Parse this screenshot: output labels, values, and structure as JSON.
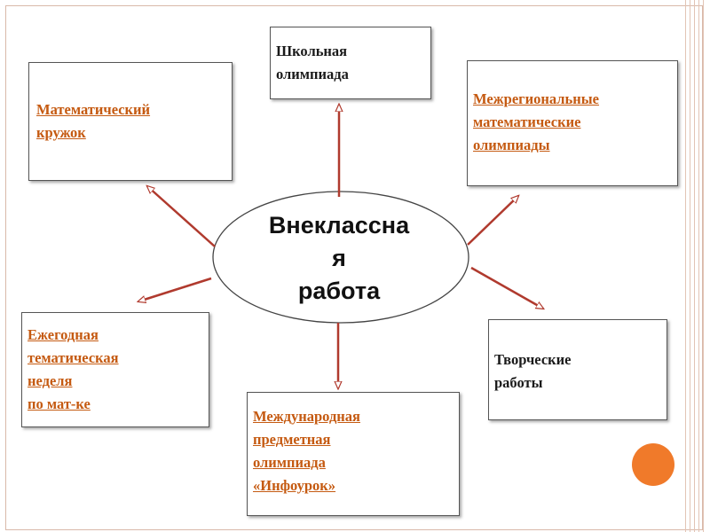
{
  "center": {
    "line1": "Внеклассна",
    "line2": "я",
    "line3": "работа"
  },
  "boxes": {
    "math_circle": "Математический\nкружок",
    "school_olympiad": "Школьная\nолимпиада",
    "interregional": "Межрегиональные\nматематические\nолимпиады",
    "annual_week": "Ежегодная\nтематическая\n неделя\nпо мат-ке",
    "creative_works": "Творческие\n работы",
    "international": "Международная\n предметная\nолимпиада\n«Инфоурок»"
  },
  "colors": {
    "arrow": "#b03a2e",
    "link_text": "#c55a11",
    "accent_dot": "#f07a2a"
  }
}
